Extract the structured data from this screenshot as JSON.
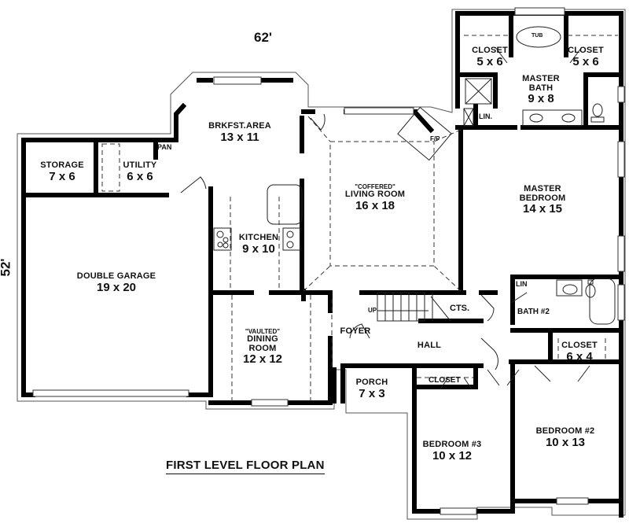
{
  "plan": {
    "title": "FIRST LEVEL FLOOR PLAN",
    "overall_width": "62'",
    "overall_depth": "52'",
    "colors": {
      "wall": "#000000",
      "outline": "#555555",
      "background": "#ffffff"
    }
  },
  "rooms": [
    {
      "id": "storage",
      "name": "STORAGE",
      "dim": "7 x 6"
    },
    {
      "id": "utility",
      "name": "UTILITY",
      "dim": "6 x 6"
    },
    {
      "id": "pantry",
      "name": "PAN"
    },
    {
      "id": "breakfast",
      "name": "BRKFST.AREA",
      "dim": "13 x 11"
    },
    {
      "id": "kitchen",
      "name": "KITCHEN",
      "dim": "9 x 10"
    },
    {
      "id": "garage",
      "name": "DOUBLE GARAGE",
      "dim": "19 x 20"
    },
    {
      "id": "living",
      "note": "\"COFFERED\"",
      "name": "LIVING ROOM",
      "dim": "16 x 18"
    },
    {
      "id": "fireplace",
      "name": "F/P"
    },
    {
      "id": "dining",
      "note": "\"VAULTED\"",
      "name_line1": "DINING",
      "name_line2": "ROOM",
      "dim": "12 x 12"
    },
    {
      "id": "foyer",
      "name": "FOYER"
    },
    {
      "id": "hall",
      "name": "HALL"
    },
    {
      "id": "stairs",
      "name": "UP"
    },
    {
      "id": "cts",
      "name": "CTS."
    },
    {
      "id": "porch",
      "name": "PORCH",
      "dim": "7 x 3"
    },
    {
      "id": "closet_left",
      "name": "CLOSET",
      "dim": "5 x 6"
    },
    {
      "id": "tub",
      "name": "TUB"
    },
    {
      "id": "closet_right",
      "name": "CLOSET",
      "dim": "5 x 6"
    },
    {
      "id": "master_bath",
      "name_line1": "MASTER",
      "name_line2": "BATH",
      "dim": "9 x 8"
    },
    {
      "id": "lin_master",
      "name": "LIN."
    },
    {
      "id": "master_bedroom",
      "name_line1": "MASTER",
      "name_line2": "BEDROOM",
      "dim": "14 x 15"
    },
    {
      "id": "lin_bath2",
      "name": "LIN"
    },
    {
      "id": "bath2",
      "name": "BATH #2"
    },
    {
      "id": "closet_bed2",
      "name": "CLOSET",
      "dim": "6 x 4"
    },
    {
      "id": "closet_bed3",
      "name": "CLOSET"
    },
    {
      "id": "bedroom3",
      "name": "BEDROOM #3",
      "dim": "10 x 12"
    },
    {
      "id": "bedroom2",
      "name": "BEDROOM #2",
      "dim": "10 x 13"
    }
  ]
}
